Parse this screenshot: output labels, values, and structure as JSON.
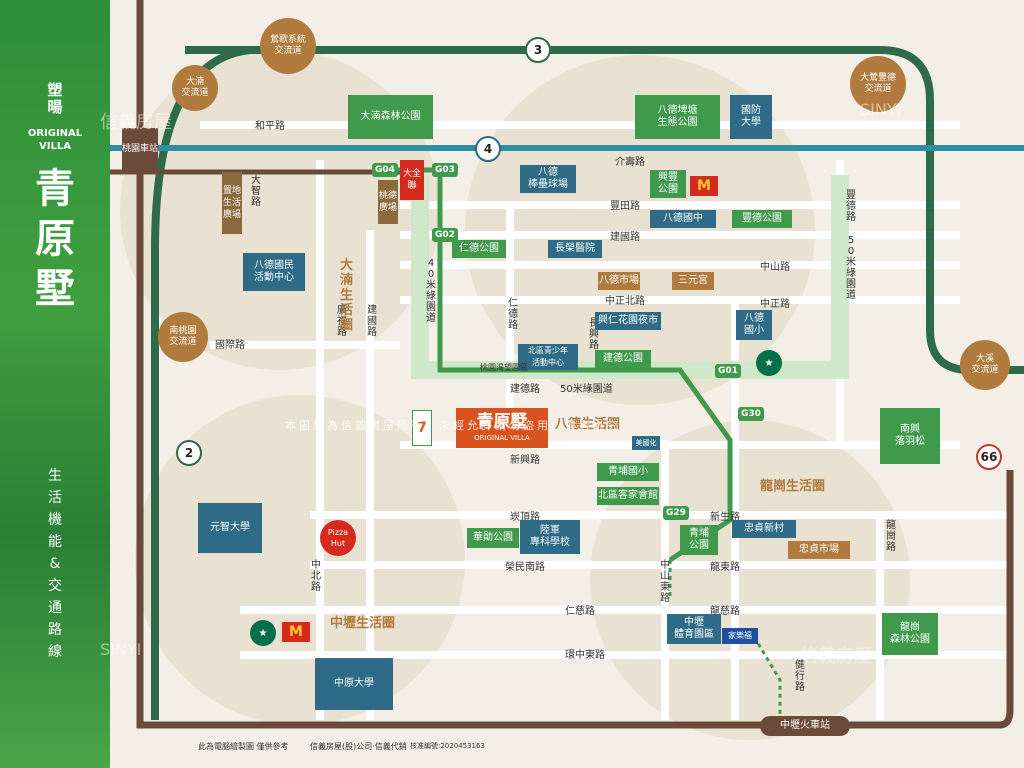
{
  "sidebar": {
    "small_title": "塑暘",
    "en_line1": "ORIGINAL",
    "en_line2": "VILLA",
    "main_title_1": "青",
    "main_title_2": "原",
    "main_title_3": "墅",
    "subtitle": "生活機能&交通路線"
  },
  "interchanges": {
    "yingge": "鶯歌系統\n交流道",
    "dazhu": "大湳\n交流道",
    "south_taoyuan": "南桃園\n交流道",
    "bade_feng": "大鶯豐德\n交流道",
    "daxi": "大溪\n交流道"
  },
  "highways": {
    "h3": "3",
    "h4": "4",
    "h2": "2",
    "h66": "66"
  },
  "stations": {
    "taoyuan": "桃園車站",
    "zhongli": "中壢火車站"
  },
  "mrt": [
    "G04",
    "G03",
    "G02",
    "G01",
    "G30",
    "G29"
  ],
  "roads": {
    "heping": "和平路",
    "jieshou": "介壽路",
    "fengtian": "豐田路",
    "jianguo": "建國路",
    "zhongshan": "中山路",
    "zhongzheng_n": "中正北路",
    "zhongzheng": "中正路",
    "dazhi": "大智路",
    "guangfu": "廣福路",
    "jiansheng": "建國路",
    "guoji": "國際路",
    "meter40": "40米綠園道",
    "meter50": "50米綠園道",
    "meter50b": "50米綠園道",
    "jiande": "建德路",
    "ren_de": "仁德路",
    "changxing": "長興路",
    "xinxing": "新興路",
    "kanding": "崁頂路",
    "rongmin_n": "榮民南路",
    "renci": "仁慈路",
    "huanzhong_e": "環中東路",
    "zhongbei": "中北路",
    "zhongshan_e": "中山東路",
    "xinsheng": "新生路",
    "longdong": "龍東路",
    "longci": "龍慈路",
    "jianxing": "健行路",
    "longgang": "龍崗路",
    "fengde": "豐德路"
  },
  "landmarks": {
    "dazhu_park": "大湳森林公園",
    "bade_tan": "八德埤塘\n生態公園",
    "guofang": "國防\n大學",
    "bade_baseball": "八德\n棒壘球場",
    "xingfeng": "興豐\n公園",
    "bade_jhs": "八德國中",
    "fengde_park": "豐德公園",
    "renyi_park": "仁德公園",
    "changrong": "長榮醫院",
    "bade_market": "八德市場",
    "sanyuan": "三元宮",
    "xingren": "興仁花園夜市",
    "bade_es": "八德\n國小",
    "youth_center": "北區青少年\n活動中心",
    "jiande_park": "建德公園",
    "taoyuan_ind": "桃園渴望園區",
    "guomin_center": "八德國民\n活動中心",
    "sunny_gate": "置地生活廣場",
    "taoyuan_gate": "桃德\n廣場",
    "qingpu_es": "青埔國小",
    "north_hakka": "北區客家會館",
    "yuanzhi": "元智大學",
    "huayuan": "華勛公園",
    "army_school": "陸軍\n專科學校",
    "qingpu_park": "青埔\n公園",
    "zhongzhen_village": "忠貞新村",
    "zhongzhen_market": "忠貞市場",
    "sports_park": "中壢\n體育園區",
    "zhongyuan": "中原大學",
    "longgang_park": "龍崗\n森林公園",
    "nanxing": "南興\n落羽松",
    "dazhu_life": "大湳生活圈",
    "bade_life": "八德生活圈",
    "zhongli_life": "中壢生活圈",
    "longgang_life": "龍崗生活圈",
    "project": "青原墅",
    "project_en": "ORIGINAL VILLA",
    "carrefour": "家樂福",
    "bigmart": "大全聯",
    "mcd": "M",
    "pizza": "Pizza Hut",
    "sevenel": "7",
    "hualin": "美國化"
  },
  "footer": {
    "note": "此為電腦繪製圖 僅供參考",
    "agent": "信義房屋(股)公司‧信義代銷",
    "license": "核准編號:2020453163"
  },
  "watermark": {
    "text": "信義房屋",
    "en": "SINYI",
    "notice": "本圖片為信義房屋所有，未經允許請勿盜用，違者必究"
  },
  "colors": {
    "sidebar": "#2e8f3a",
    "mrt": "#3f9a4b",
    "highway": "#2e6b4a",
    "rail": "#6b4a3a",
    "blue": "#2e6b86"
  }
}
